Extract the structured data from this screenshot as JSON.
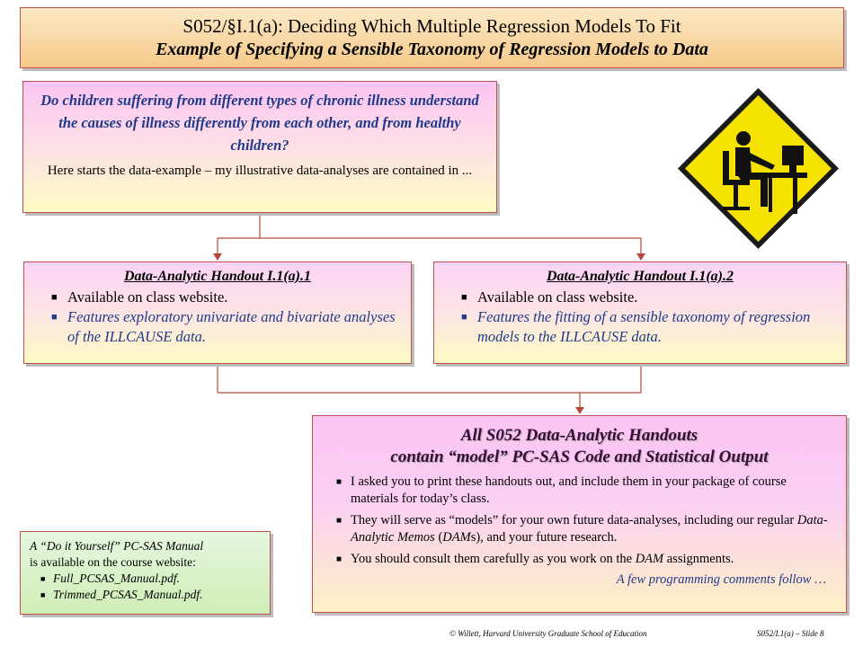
{
  "title": {
    "line1": "S052/§I.1(a): Deciding Which Multiple Regression Models To Fit",
    "line2": "Example of Specifying a Sensible Taxonomy of Regression Models to Data"
  },
  "question": {
    "text": "Do children suffering from different types of chronic illness understand the causes of illness differently from each other, and from healthy children?",
    "sub": "Here starts the data-example – my illustrative data-analyses are contained in ..."
  },
  "handout1": {
    "title": "Data-Analytic Handout I.1(a).1",
    "bullet1": "Available on class website.",
    "bullet2": "Features exploratory univariate and bivariate analyses of the ILLCAUSE data."
  },
  "handout2": {
    "title": "Data-Analytic Handout I.1(a).2",
    "bullet1": "Available on class website.",
    "bullet2": "Features the fitting of a sensible taxonomy of regression models to the ILLCAUSE data."
  },
  "models": {
    "title1": "All S052 Data-Analytic Handouts",
    "title2": "contain “model” PC-SAS Code and Statistical Output",
    "bullet1": "I asked you to print these handouts out, and include them in your package of course materials for today’s class.",
    "bullet2_a": "They will serve as “models” for your own future data-analyses, including our regular ",
    "bullet2_em": "Data-Analytic Memos",
    "bullet2_b": " (",
    "bullet2_em2": "DAM",
    "bullet2_c": "s), and your future research.",
    "bullet3_a": "You should consult them carefully as you work on the ",
    "bullet3_em": "DAM",
    "bullet3_b": " assignments.",
    "follow": "A few programming comments follow …"
  },
  "manual": {
    "line1": "A “Do it Yourself” PC-SAS Manual",
    "line2": "is available on the course website:",
    "item1": "Full_PCSAS_Manual.pdf.",
    "item2": "Trimmed_PCSAS_Manual.pdf."
  },
  "footer": {
    "left": "© Willett, Harvard University Graduate School of Education",
    "right": "S052/I.1(a) – Slide 8"
  },
  "colors": {
    "border": "#c0504d",
    "blue_text": "#1f3a8a",
    "sign_yellow": "#f6e200"
  },
  "icons": {
    "bullet": "square-bullet",
    "sign": "computer-user-warning-sign"
  }
}
